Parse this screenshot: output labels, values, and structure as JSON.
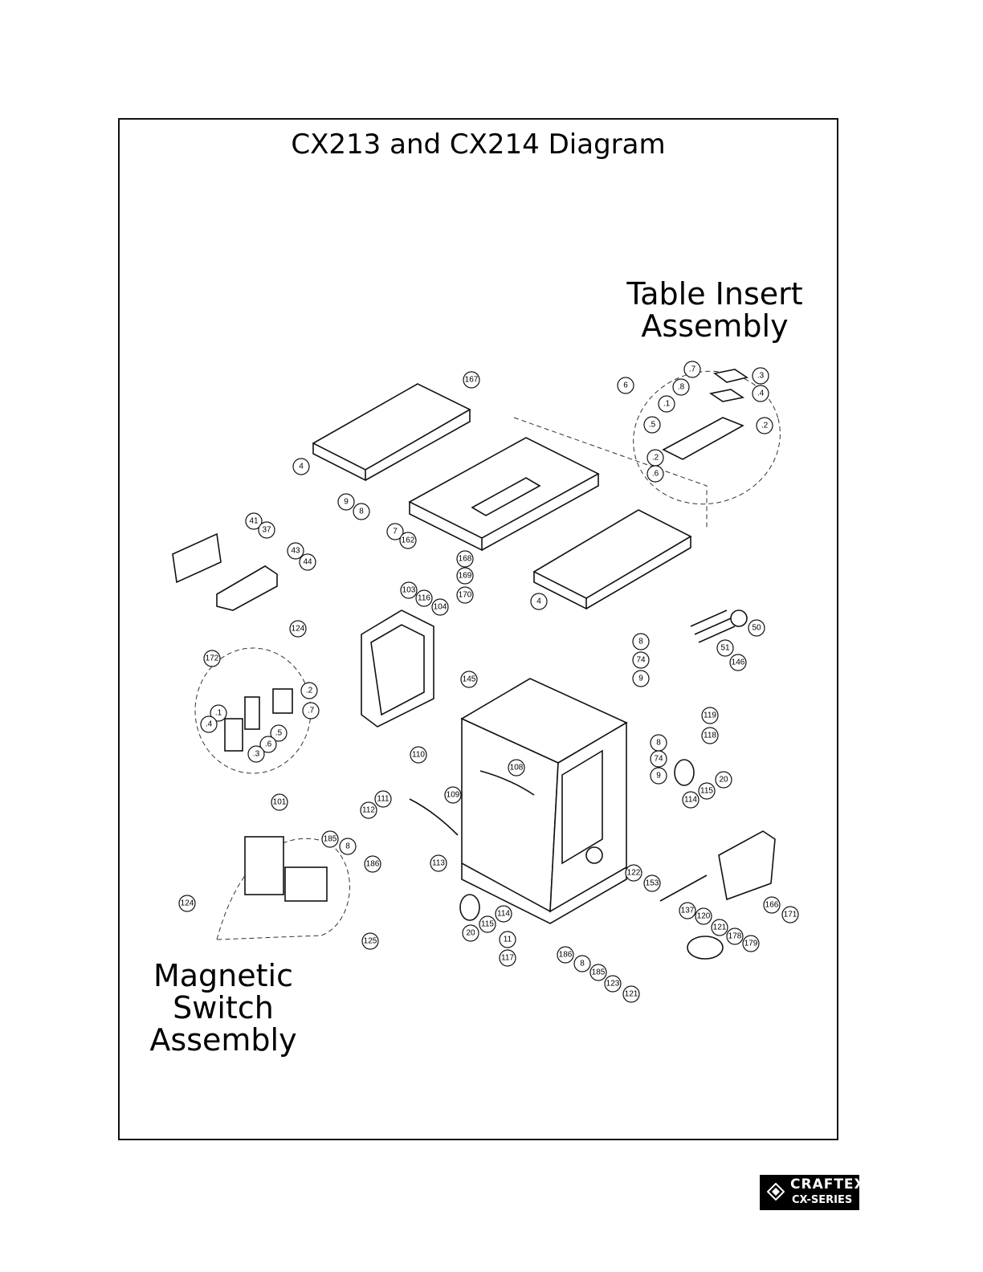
{
  "title": "CX213 and CX214 Diagram",
  "labels": {
    "table_insert": [
      "Table Insert",
      "Assembly"
    ],
    "magnetic_switch": [
      "Magnetic",
      "Switch",
      "Assembly"
    ]
  },
  "logo": {
    "brand": "CRAFTEX",
    "series": "CX-SERIES"
  },
  "callouts": [
    "167",
    "6",
    ".7",
    ".3",
    ".8",
    ".4",
    ".1",
    ".5",
    ".2",
    ".2",
    ".6",
    "4",
    "9",
    "8",
    "7",
    "162",
    "168",
    "169",
    "170",
    "4",
    "41",
    "37",
    "43",
    "44",
    "103",
    "116",
    "104",
    "124",
    "172",
    ".2",
    ".7",
    ".1",
    ".4",
    ".5",
    ".6",
    ".3",
    "8",
    "74",
    "9",
    "51",
    "50",
    "146",
    "145",
    "119",
    "118",
    "8",
    "74",
    "9",
    "20",
    "115",
    "114",
    "110",
    "108",
    "109",
    "111",
    "112",
    "101",
    "185",
    "8",
    "186",
    "113",
    "122",
    "153",
    "20",
    "115",
    "114",
    "124",
    "125",
    "11",
    "117",
    "186",
    "8",
    "185",
    "123",
    "121",
    "137",
    "120",
    "121",
    "166",
    "171",
    "178",
    "179"
  ]
}
